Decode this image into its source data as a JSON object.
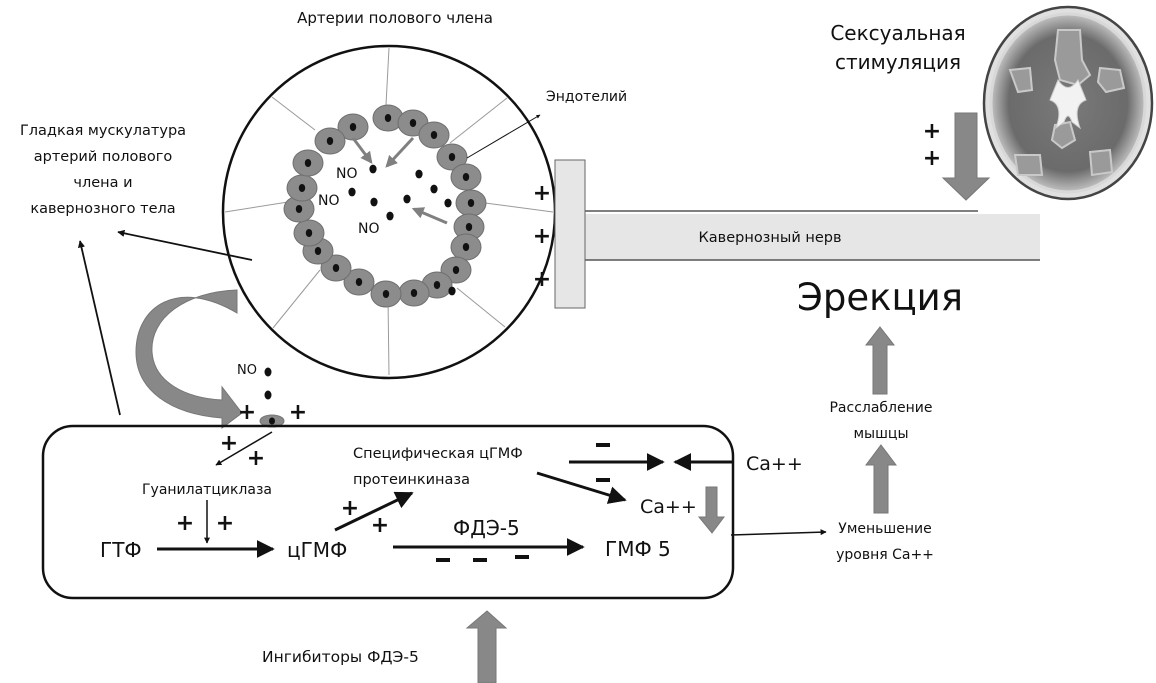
{
  "title": "Артерии полового члена",
  "labels": {
    "endothelium": "Эндотелий",
    "smooth_muscle": [
      "Гладкая мускулатура",
      "артерий полового",
      "члена и",
      "кавернозного тела"
    ],
    "sexual_stimulation": [
      "Сексуальная",
      "стимуляция"
    ],
    "cavernous_nerve": "Кавернозный нерв",
    "erection": "Эрекция",
    "muscle_relaxation": [
      "Расслабление",
      "мышцы"
    ],
    "ca_decrease": [
      "Уменьшение",
      "уровня Ca++"
    ],
    "pde5_inhibitors": "Ингибиторы ФДЭ-5",
    "no": "NO",
    "guanylate_cyclase": "Гуанилатциклаза",
    "gtp": "ГТФ",
    "cgmp": "цГМФ",
    "pkg": [
      "Специфическая цГМФ",
      "протеинкиназа"
    ],
    "pde5": "ФДЭ-5",
    "gmp5": "ГМФ 5",
    "ca_outside": "Ca++",
    "ca_inside": "Ca++"
  },
  "signs": {
    "plus": "+",
    "minus": "−"
  },
  "colors": {
    "cell_fill": "#8c8c8c",
    "arrow_gray": "#888888",
    "nerve_fill": "#e6e6e6",
    "line": "#111111"
  }
}
